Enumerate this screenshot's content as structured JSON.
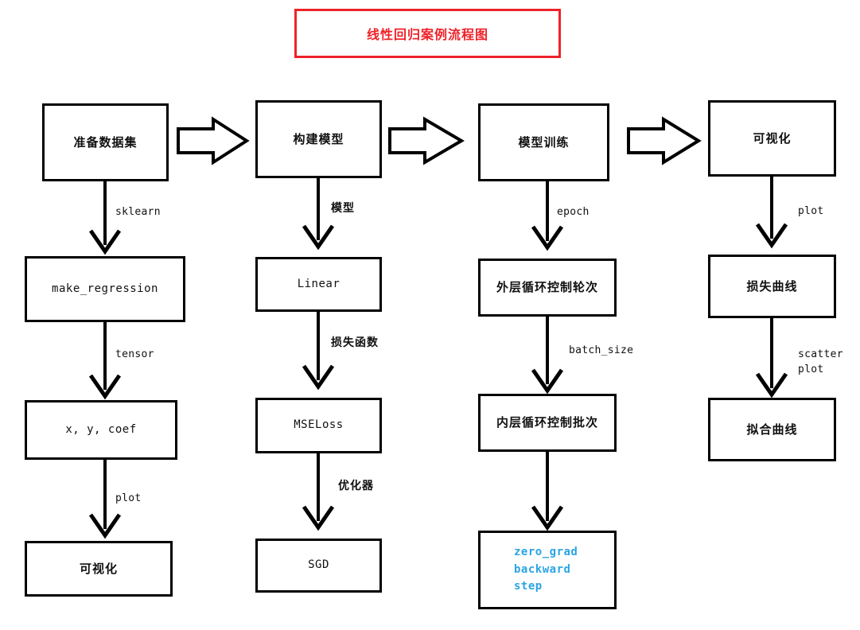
{
  "title": {
    "text": "线性回归案例流程图",
    "border_color": "#ef2229",
    "text_color": "#ef2229"
  },
  "colors": {
    "box_border": "#000000",
    "box_fill": "#ffffff",
    "text": "#111111",
    "code_text": "#2aa4e4",
    "title": "#ef2229",
    "background": "#ffffff"
  },
  "chart_data": {
    "type": "diagram",
    "title": "线性回归案例流程图",
    "layout": "4 parallel vertical chains linked left-to-right by hollow block arrows",
    "columns": [
      {
        "id": "col-1",
        "nodes": [
          "准备数据集",
          "make_regression",
          "x, y, coef",
          "可视化"
        ],
        "edge_labels": [
          "sklearn",
          "tensor",
          "plot"
        ]
      },
      {
        "id": "col-2",
        "nodes": [
          "构建模型",
          "Linear",
          "MSELoss",
          "SGD"
        ],
        "edge_labels": [
          "模型",
          "损失函数",
          "优化器"
        ]
      },
      {
        "id": "col-3",
        "nodes": [
          "模型训练",
          "外层循环控制轮次",
          "内层循环控制批次",
          "zero_grad\nbackward\nstep"
        ],
        "edge_labels": [
          "epoch",
          "batch_size"
        ]
      },
      {
        "id": "col-4",
        "nodes": [
          "可视化",
          "损失曲线",
          "拟合曲线"
        ],
        "edge_labels": [
          "plot",
          "scatter\nplot"
        ]
      }
    ],
    "horizontal_links": [
      {
        "from": "准备数据集",
        "to": "构建模型"
      },
      {
        "from": "构建模型",
        "to": "模型训练"
      },
      {
        "from": "模型训练",
        "to": "可视化"
      }
    ]
  },
  "nodes": {
    "c1n1": "准备数据集",
    "c1n2": "make_regression",
    "c1n3": "x, y, coef",
    "c1n4": "可视化",
    "c2n1": "构建模型",
    "c2n2": "Linear",
    "c2n3": "MSELoss",
    "c2n4": "SGD",
    "c3n1": "模型训练",
    "c3n2": "外层循环控制轮次",
    "c3n3": "内层循环控制批次",
    "c3n4": "zero_grad\nbackward\nstep",
    "c4n1": "可视化",
    "c4n2": "损失曲线",
    "c4n3": "拟合曲线"
  },
  "edges": {
    "c1e1": "sklearn",
    "c1e2": "tensor",
    "c1e3": "plot",
    "c2e1": "模型",
    "c2e2": "损失函数",
    "c2e3": "优化器",
    "c3e1": "epoch",
    "c3e2": "batch_size",
    "c4e1": "plot",
    "c4e2": "scatter\nplot"
  }
}
